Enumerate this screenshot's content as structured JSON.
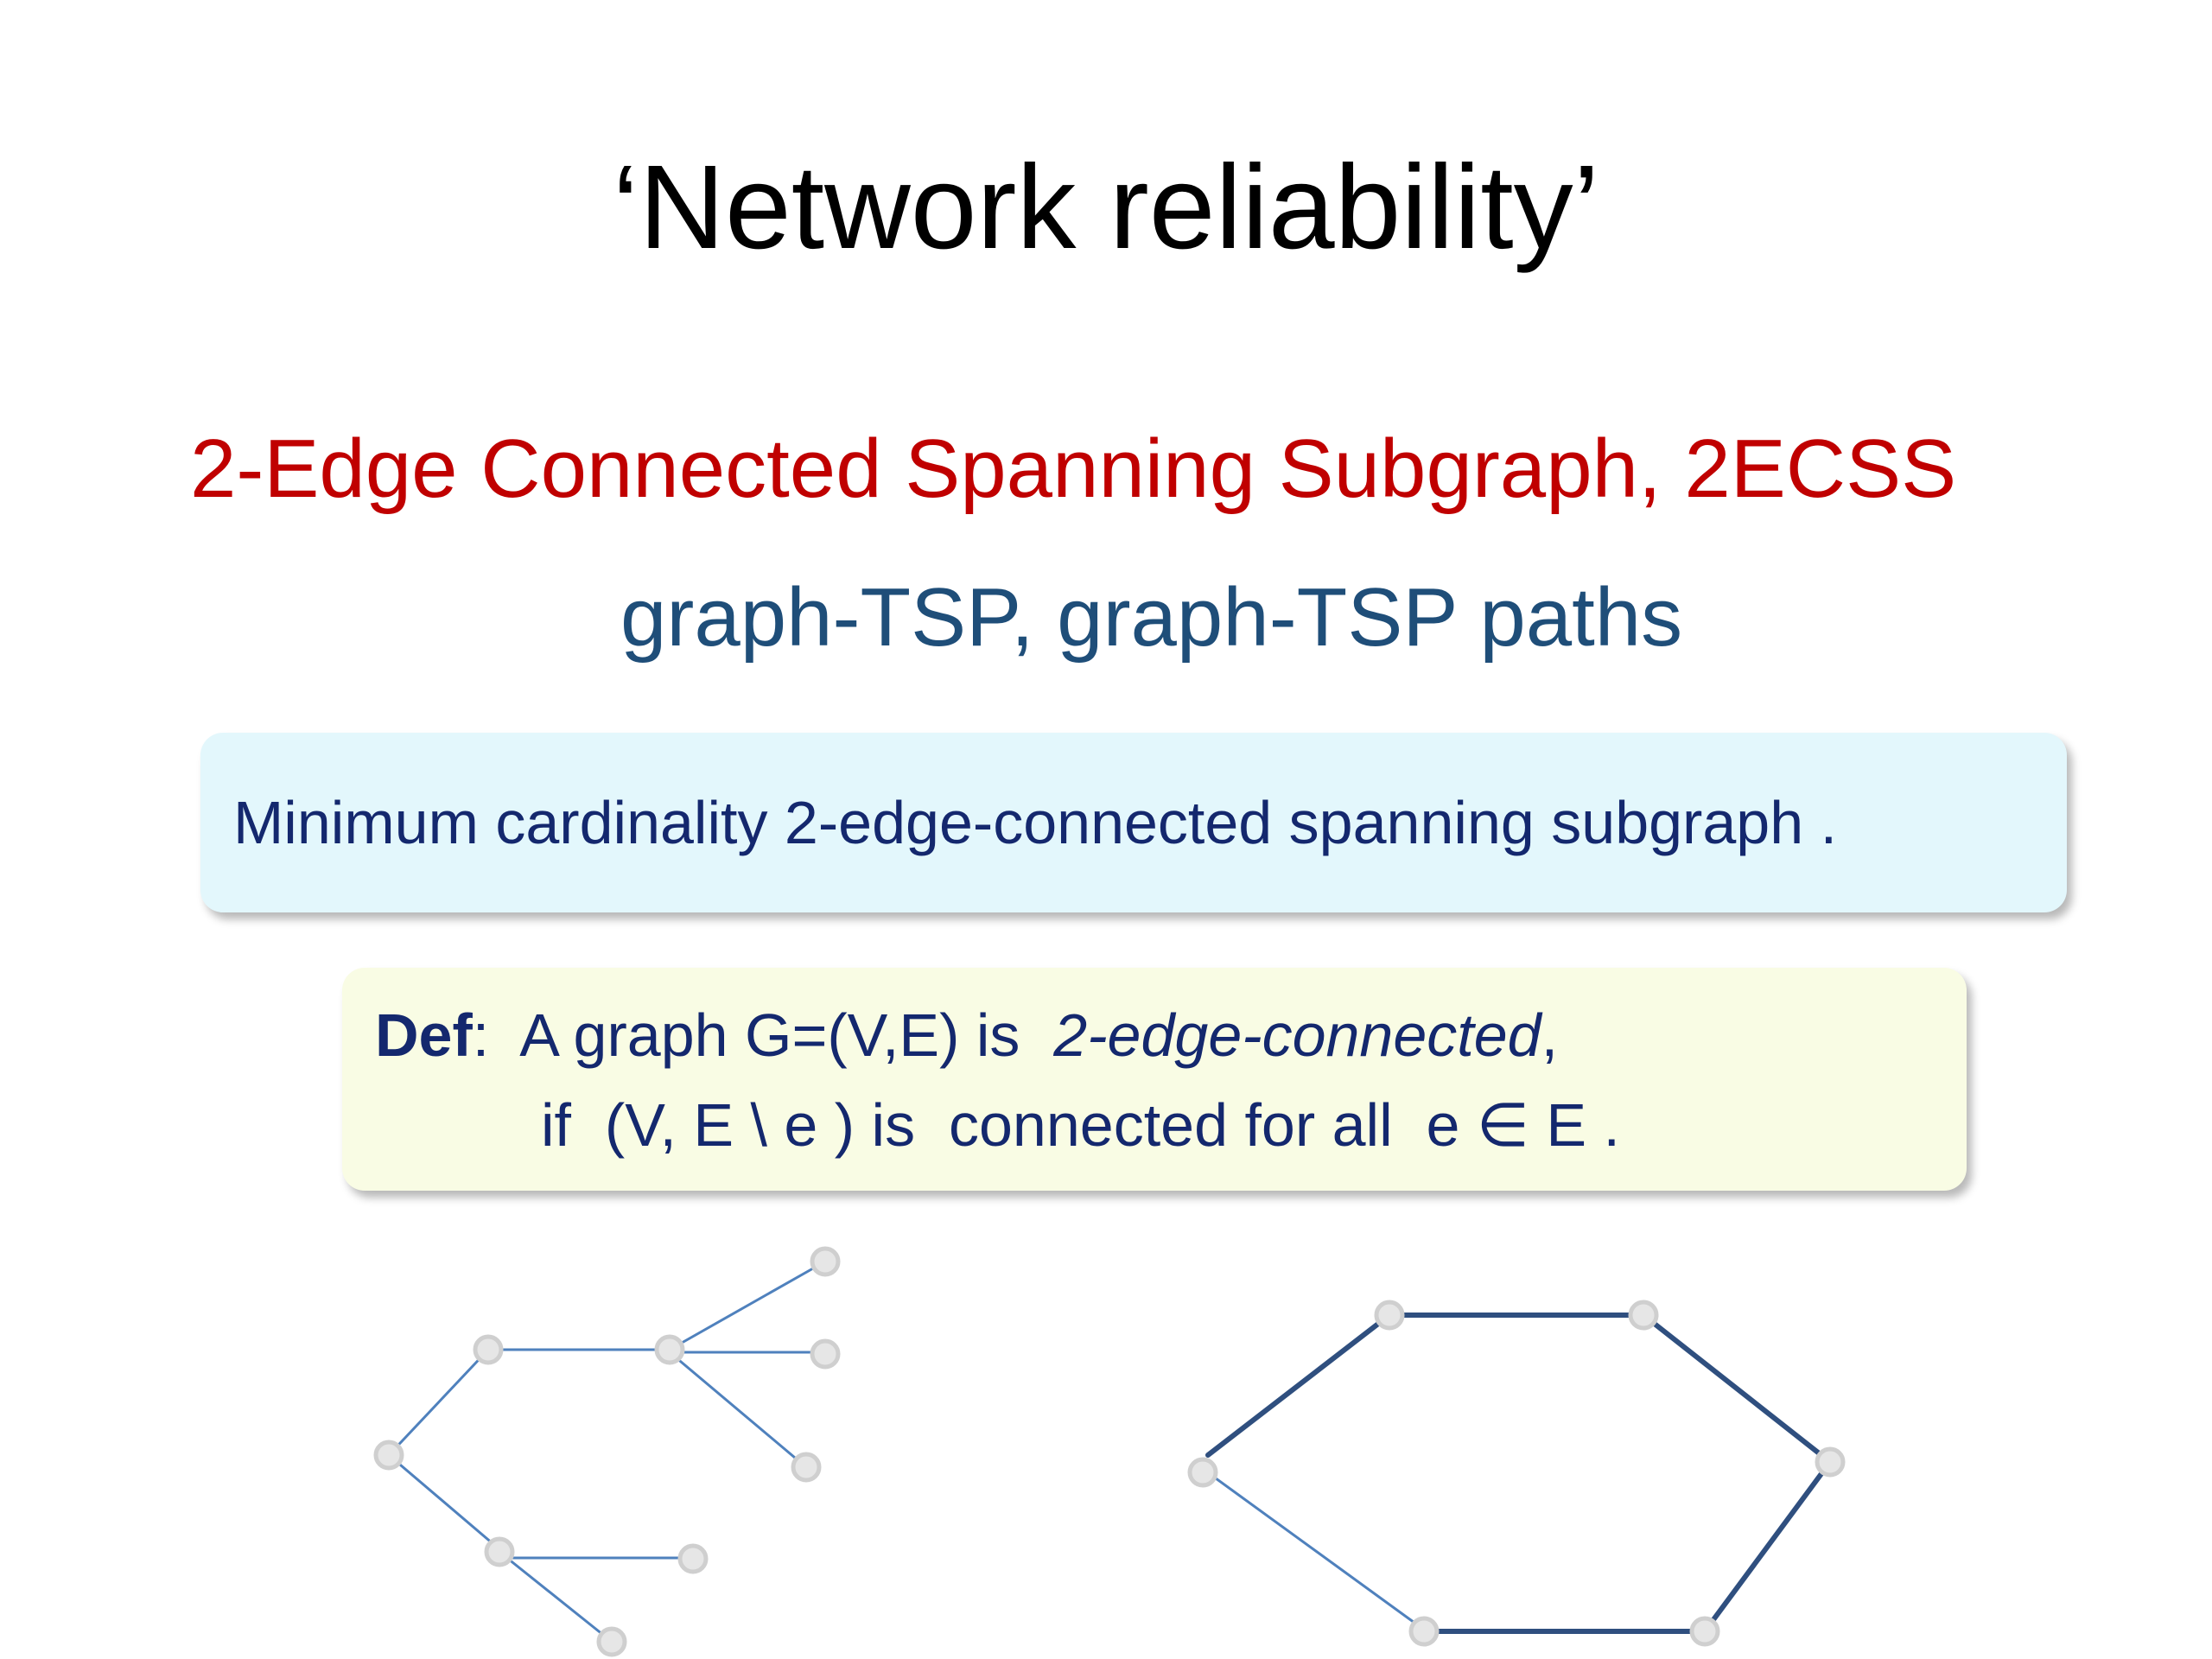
{
  "slide": {
    "title": "‘Network reliability’",
    "subtitle_red": "2-Edge Connected Spanning Subgraph, 2ECSS",
    "subtitle_blue": "graph-TSP, graph-TSP paths"
  },
  "problem_box": {
    "text": "Minimum cardinality 2-edge-connected spanning subgraph ."
  },
  "definition_box": {
    "label": "Def",
    "line1_pre": ":  A graph G=(V,E) is  ",
    "line1_term": "2-edge-connected",
    "line1_post": ",",
    "line2": "if  (V, E \\ e ) is  connected for all  e ∈ E ."
  },
  "colors": {
    "title": "#000000",
    "subtitle_red": "#c00000",
    "subtitle_blue": "#1f4e79",
    "box_text": "#14286e",
    "problem_box_bg": "#e3f7fc",
    "definition_box_bg": "#f9fce4",
    "tree_edge": "#4f81bd",
    "cycle_edge": "#2f4f7f",
    "node_fill": "#e6e6e6",
    "node_stroke": "#cfcfcf"
  }
}
